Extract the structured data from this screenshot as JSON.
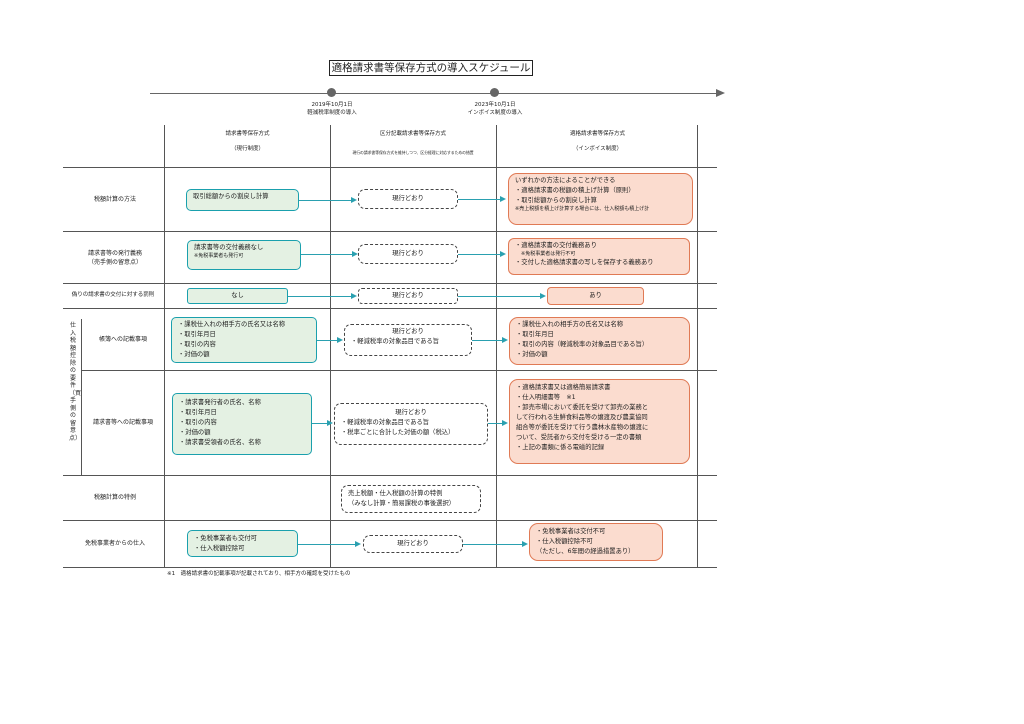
{
  "title": "適格請求書等保存方式の導入スケジュール",
  "timeline": {
    "events": [
      {
        "date": "2019年10月1日",
        "label": "軽減税率制度の導入"
      },
      {
        "date": "2023年10月1日",
        "label": "インボイス制度の導入"
      }
    ]
  },
  "columns": [
    {
      "title": "請求書等保存方式",
      "sub": "（現行制度）"
    },
    {
      "title": "区分記載請求書等保存方式",
      "sub": "現行の請求書等保存方式を維持しつつ、区分経理に対応するための措置"
    },
    {
      "title": "適格請求書等保存方式",
      "sub": "（インボイス制度）"
    }
  ],
  "rows": {
    "r1": {
      "label": "税額計算の方法",
      "current": "取引総額からの割戻し計算",
      "mid": "現行どおり",
      "invoice": [
        "いずれかの方法によることができる",
        "・適格請求書の税額の積上げ計算（原則）",
        "・取引総額からの割戻し計算",
        "※売上税額を積上げ計算する場合には、仕入税額も積上げ計"
      ]
    },
    "r2": {
      "label1": "請求書等の発行義務",
      "label2": "（売手側の留意点）",
      "current1": "請求書等の交付義務なし",
      "current2": "※免税事業者も発行可",
      "mid": "現行どおり",
      "invoice": [
        "・適格請求書の交付義務あり",
        "※免税事業者は発行不可",
        "・交付した適格請求書の写しを保存する義務あり"
      ]
    },
    "r3": {
      "label": "偽りの請求書の交付に対する罰則",
      "current": "なし",
      "mid": "現行どおり",
      "invoice": "あり"
    },
    "group_label": "仕入税額控除の要件（買手側の留意点）",
    "r4": {
      "label": "帳簿への記載事項",
      "current": [
        "・課税仕入れの相手方の氏名又は名称",
        "・取引年月日",
        "・取引の内容",
        "・対価の額"
      ],
      "mid": [
        "現行どおり",
        "・軽減税率の対象品目である旨"
      ],
      "invoice": [
        "・課税仕入れの相手方の氏名又は名称",
        "・取引年月日",
        "・取引の内容（軽減税率の対象品目である旨）",
        "・対価の額"
      ]
    },
    "r5": {
      "label": "請求書等への記載事項",
      "current": [
        "・請求書発行者の氏名、名称",
        "・取引年月日",
        "・取引の内容",
        "・対価の額",
        "・請求書受領者の氏名、名称"
      ],
      "mid": [
        "現行どおり",
        "・軽減税率の対象品目である旨",
        "・税率ごとに合計した対価の額（税込）"
      ],
      "invoice": [
        "・適格請求書又は適格簡易請求書",
        "・仕入明細書等　※1",
        "・卸売市場において委託を受けて卸売の業務と",
        "して行われる生鮮食料品等の譲渡及び農業協同",
        "組合等が委託を受けて行う農林水産物の譲渡に",
        "ついて、受託者から交付を受ける一定の書類",
        "・上記の書類に係る電磁的記録"
      ]
    },
    "r6": {
      "label": "税額計算の特例",
      "mid": [
        "売上税額・仕入税額の計算の特例",
        "（みなし計算・簡易課税の事後選択）"
      ]
    },
    "r7": {
      "label": "免税事業者からの仕入",
      "current": [
        "・免税事業者も交付可",
        "・仕入税額控除可"
      ],
      "mid": "現行どおり",
      "invoice": [
        "・免税事業者は交付不可",
        "・仕入税額控除不可",
        "（ただし、6年間の経過措置あり）"
      ]
    }
  },
  "footnote": "※1　適格請求書の記載事項が記載されており、相手方の確認を受けたもの",
  "colors": {
    "green_border": "#1aa0ad",
    "green_fill": "#e4f1e3",
    "orange_border": "#e07a55",
    "orange_fill": "#fbdccf",
    "arrow": "#2aa0b0"
  }
}
